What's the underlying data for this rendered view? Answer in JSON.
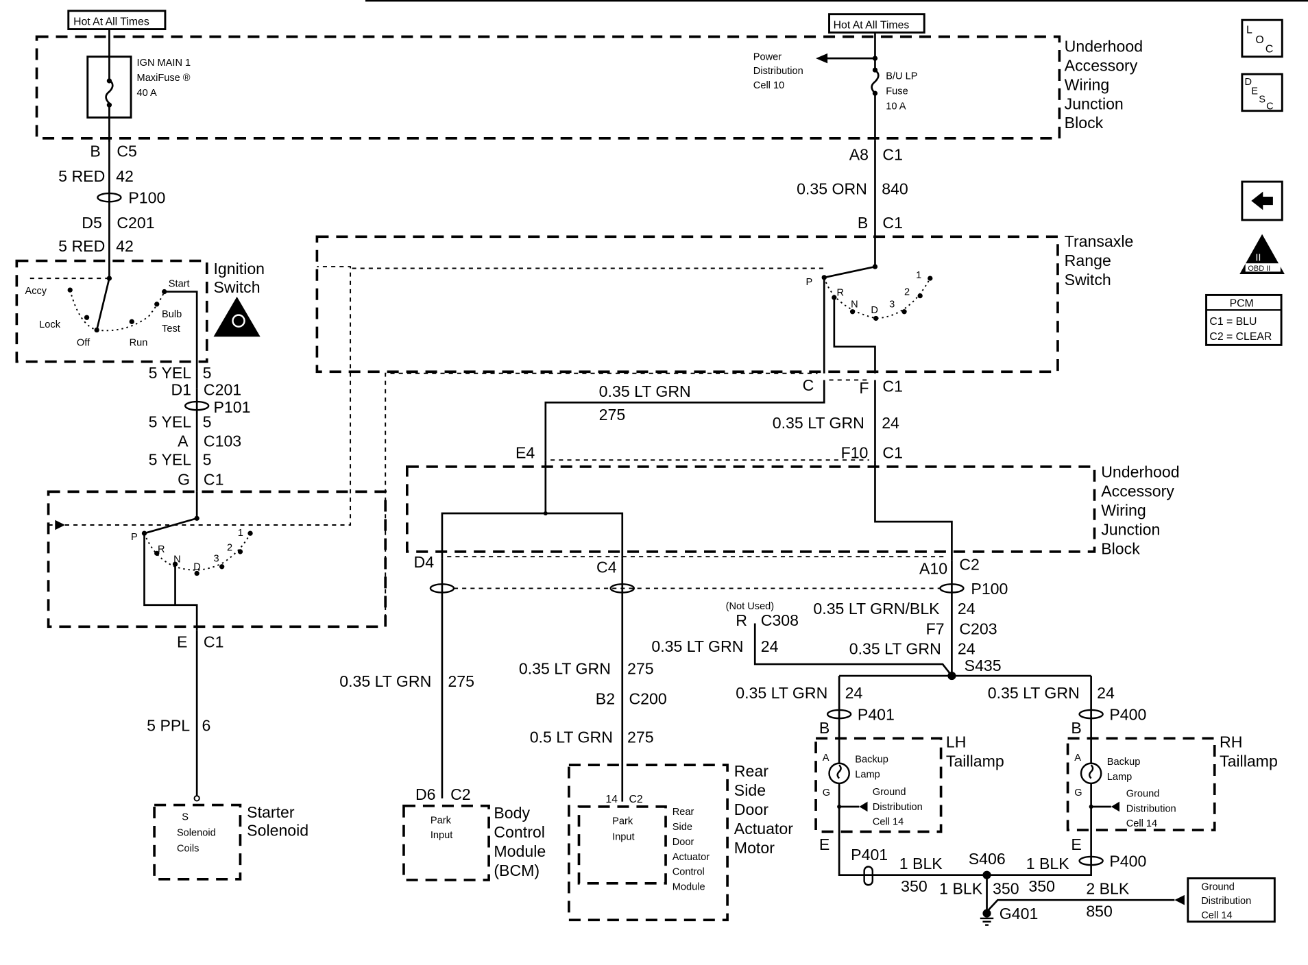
{
  "diagram": {
    "title": "Backup Lamp / Park-Neutral Position Wiring Schematic",
    "colors": {
      "ink": "#000000",
      "paper": "#ffffff"
    }
  },
  "power": {
    "left_hot": "Hot At All Times",
    "right_hot": "Hot At All Times",
    "ign_fuse": [
      "IGN MAIN 1",
      "MaxiFuse ®",
      "40 A"
    ],
    "bu_fuse": [
      "B/U LP",
      "Fuse",
      "10 A"
    ],
    "power_dist": [
      "Power",
      "Distribution",
      "Cell 10"
    ]
  },
  "blocks": {
    "uawjb_top": [
      "Underhood",
      "Accessory",
      "Wiring",
      "Junction",
      "Block"
    ],
    "uawjb_mid": [
      "Underhood",
      "Accessory",
      "Wiring",
      "Junction",
      "Block"
    ],
    "transaxle": [
      "Transaxle",
      "Range",
      "Switch"
    ],
    "ignition": [
      "Ignition",
      "Switch"
    ],
    "starter": [
      "Starter",
      "Solenoid"
    ],
    "bcm": [
      "Body",
      "Control",
      "Module",
      "(BCM)"
    ],
    "rsdam": [
      "Rear",
      "Side",
      "Door",
      "Actuator",
      "Motor"
    ],
    "lh_taillamp": [
      "LH",
      "Taillamp"
    ],
    "rh_taillamp": [
      "RH",
      "Taillamp"
    ]
  },
  "ignition_switch": {
    "positions": [
      "Accy",
      "Lock",
      "Off",
      "Run",
      "Bulb",
      "Test",
      "Start"
    ]
  },
  "prndl": {
    "positions": [
      "P",
      "R",
      "N",
      "D",
      "3",
      "2",
      "1"
    ]
  },
  "left_chain": {
    "c5": [
      "B",
      "C5"
    ],
    "w1": [
      "5 RED",
      "42"
    ],
    "p100": "P100",
    "c201a": [
      "D5",
      "C201"
    ],
    "w2": [
      "5 RED",
      "42"
    ],
    "w3": [
      "5 YEL",
      "5"
    ],
    "c201b": [
      "D1",
      "C201"
    ],
    "p101": "P101",
    "w4": [
      "5 YEL",
      "5"
    ],
    "c103": [
      "A",
      "C103"
    ],
    "w5": [
      "5 YEL",
      "5"
    ],
    "gc1": [
      "G",
      "C1"
    ],
    "ec1": [
      "E",
      "C1"
    ],
    "w6": [
      "5 PPL",
      "6"
    ],
    "solenoid": [
      "S",
      "Solenoid",
      "Coils"
    ]
  },
  "right_chain": {
    "a8": [
      "A8",
      "C1"
    ],
    "w840": [
      "0.35 ORN",
      "840"
    ],
    "bc1": [
      "B",
      "C1"
    ],
    "cc": "C",
    "fc1": [
      "F",
      "C1"
    ],
    "w275a": [
      "0.35 LT GRN",
      "275"
    ],
    "w24a": [
      "0.35 LT GRN",
      "24"
    ],
    "e4": "E4",
    "f10": [
      "F10",
      "C1"
    ],
    "d4": "D4",
    "c4": "C4",
    "a10": [
      "A10",
      "C2"
    ],
    "p100": "P100",
    "w24b": [
      "0.35 LT GRN/BLK",
      "24"
    ],
    "not_used": "(Not Used)",
    "c308": [
      "R",
      "C308"
    ],
    "c203": [
      "F7",
      "C203"
    ],
    "w24c": [
      "0.35 LT GRN",
      "24"
    ],
    "w24d": [
      "0.35 LT GRN",
      "24"
    ],
    "s435": "S435",
    "w24e": [
      "0.35 LT GRN",
      "24"
    ],
    "w24f": [
      "0.35 LT GRN",
      "24"
    ],
    "p401": "P401",
    "p400": "P400",
    "w275b": [
      "0.35 LT GRN",
      "275"
    ],
    "w275c": [
      "0.35 LT GRN",
      "275"
    ],
    "c200": [
      "B2",
      "C200"
    ],
    "w275d": [
      "0.5 LT GRN",
      "275"
    ],
    "d6": [
      "D6",
      "C2"
    ],
    "c2_14": [
      "14",
      "C2"
    ],
    "park_input": [
      "Park",
      "Input"
    ],
    "rsdacm": [
      "Rear",
      "Side",
      "Door",
      "Actuator",
      "Control",
      "Module"
    ]
  },
  "taillamp": {
    "b": "B",
    "a": "A",
    "g": "G",
    "e": "E",
    "lamp": [
      "Backup",
      "Lamp"
    ],
    "gnd": [
      "Ground",
      "Distribution",
      "Cell 14"
    ]
  },
  "ground": {
    "p401": "P401",
    "p400": "P400",
    "w350a": [
      "1 BLK",
      "350"
    ],
    "w350b": [
      "1 BLK",
      "350"
    ],
    "w350c": [
      "1 BLK",
      "350"
    ],
    "s406": "S406",
    "g401": "G401",
    "w850": [
      "2 BLK",
      "850"
    ],
    "gdc": [
      "Ground",
      "Distribution",
      "Cell 14"
    ]
  },
  "legend": {
    "loc": [
      "L",
      "O",
      "C"
    ],
    "desc": [
      "D",
      "E",
      "S",
      "C"
    ],
    "obd": [
      "II",
      "OBD II"
    ],
    "pcm_title": "PCM",
    "pcm_rows": [
      "C1 = BLU",
      "C2 = CLEAR"
    ]
  }
}
